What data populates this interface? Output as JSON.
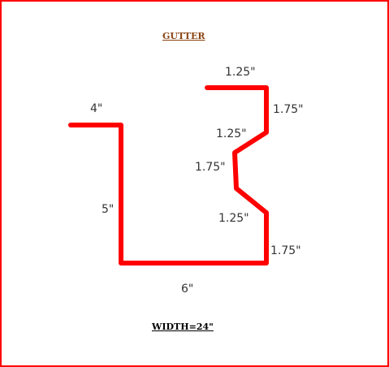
{
  "title": "GUTTER",
  "width_label": "WIDTH=24\"",
  "colors": {
    "border": "#ff0000",
    "profile_line": "#ff0000",
    "title_text": "#8B4513",
    "dimension_text": "#333333"
  },
  "dimensions": {
    "top_flange": "1.25\"",
    "upper_vertical": "1.75\"",
    "upper_diagonal": "1.25\"",
    "middle_vertical": "1.75\"",
    "lower_diagonal": "1.25\"",
    "lower_vertical": "1.75\"",
    "bottom": "6\"",
    "back_height": "5\"",
    "back_flange": "4\""
  }
}
